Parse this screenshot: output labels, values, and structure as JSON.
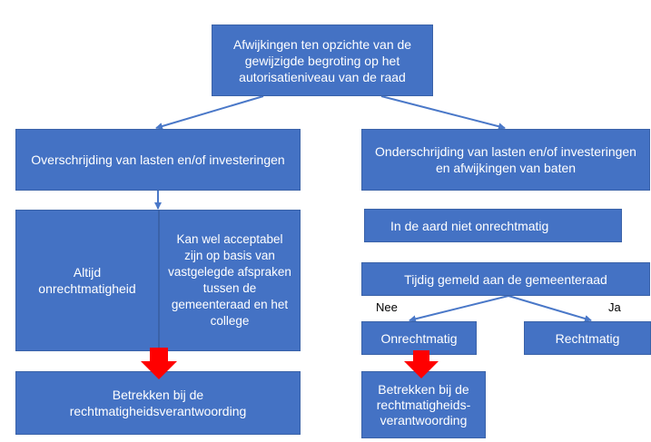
{
  "nodes": {
    "root": "Afwijkingen ten opzichte van de gewijzigde begroting op het autorisatieniveau van de raad",
    "overschrijding": "Overschrijding van lasten en/of investeringen",
    "onderschrijding": "Onderschrijding van lasten en/of investeringen en afwijkingen van baten",
    "altijd": "Altijd onrechtmatigheid",
    "kan_wel": "Kan wel acceptabel zijn op basis van vastgelegde afspraken tussen de gemeenteraad en het college",
    "aard": "In de aard niet onrechtmatig",
    "tijdig": "Tijdig gemeld aan de gemeenteraad",
    "onrechtmatig": "Onrechtmatig",
    "rechtmatig": "Rechtmatig",
    "betrekken_left": "Betrekken bij de rechtmatigheidsverantwoording",
    "betrekken_right": "Betrekken bij de rechtmatigheids-verantwoording"
  },
  "labels": {
    "nee": "Nee",
    "ja": "Ja"
  },
  "colors": {
    "box": "#4472c4",
    "connector": "#4a78c8",
    "emphasis_arrow": "#ff0000"
  }
}
